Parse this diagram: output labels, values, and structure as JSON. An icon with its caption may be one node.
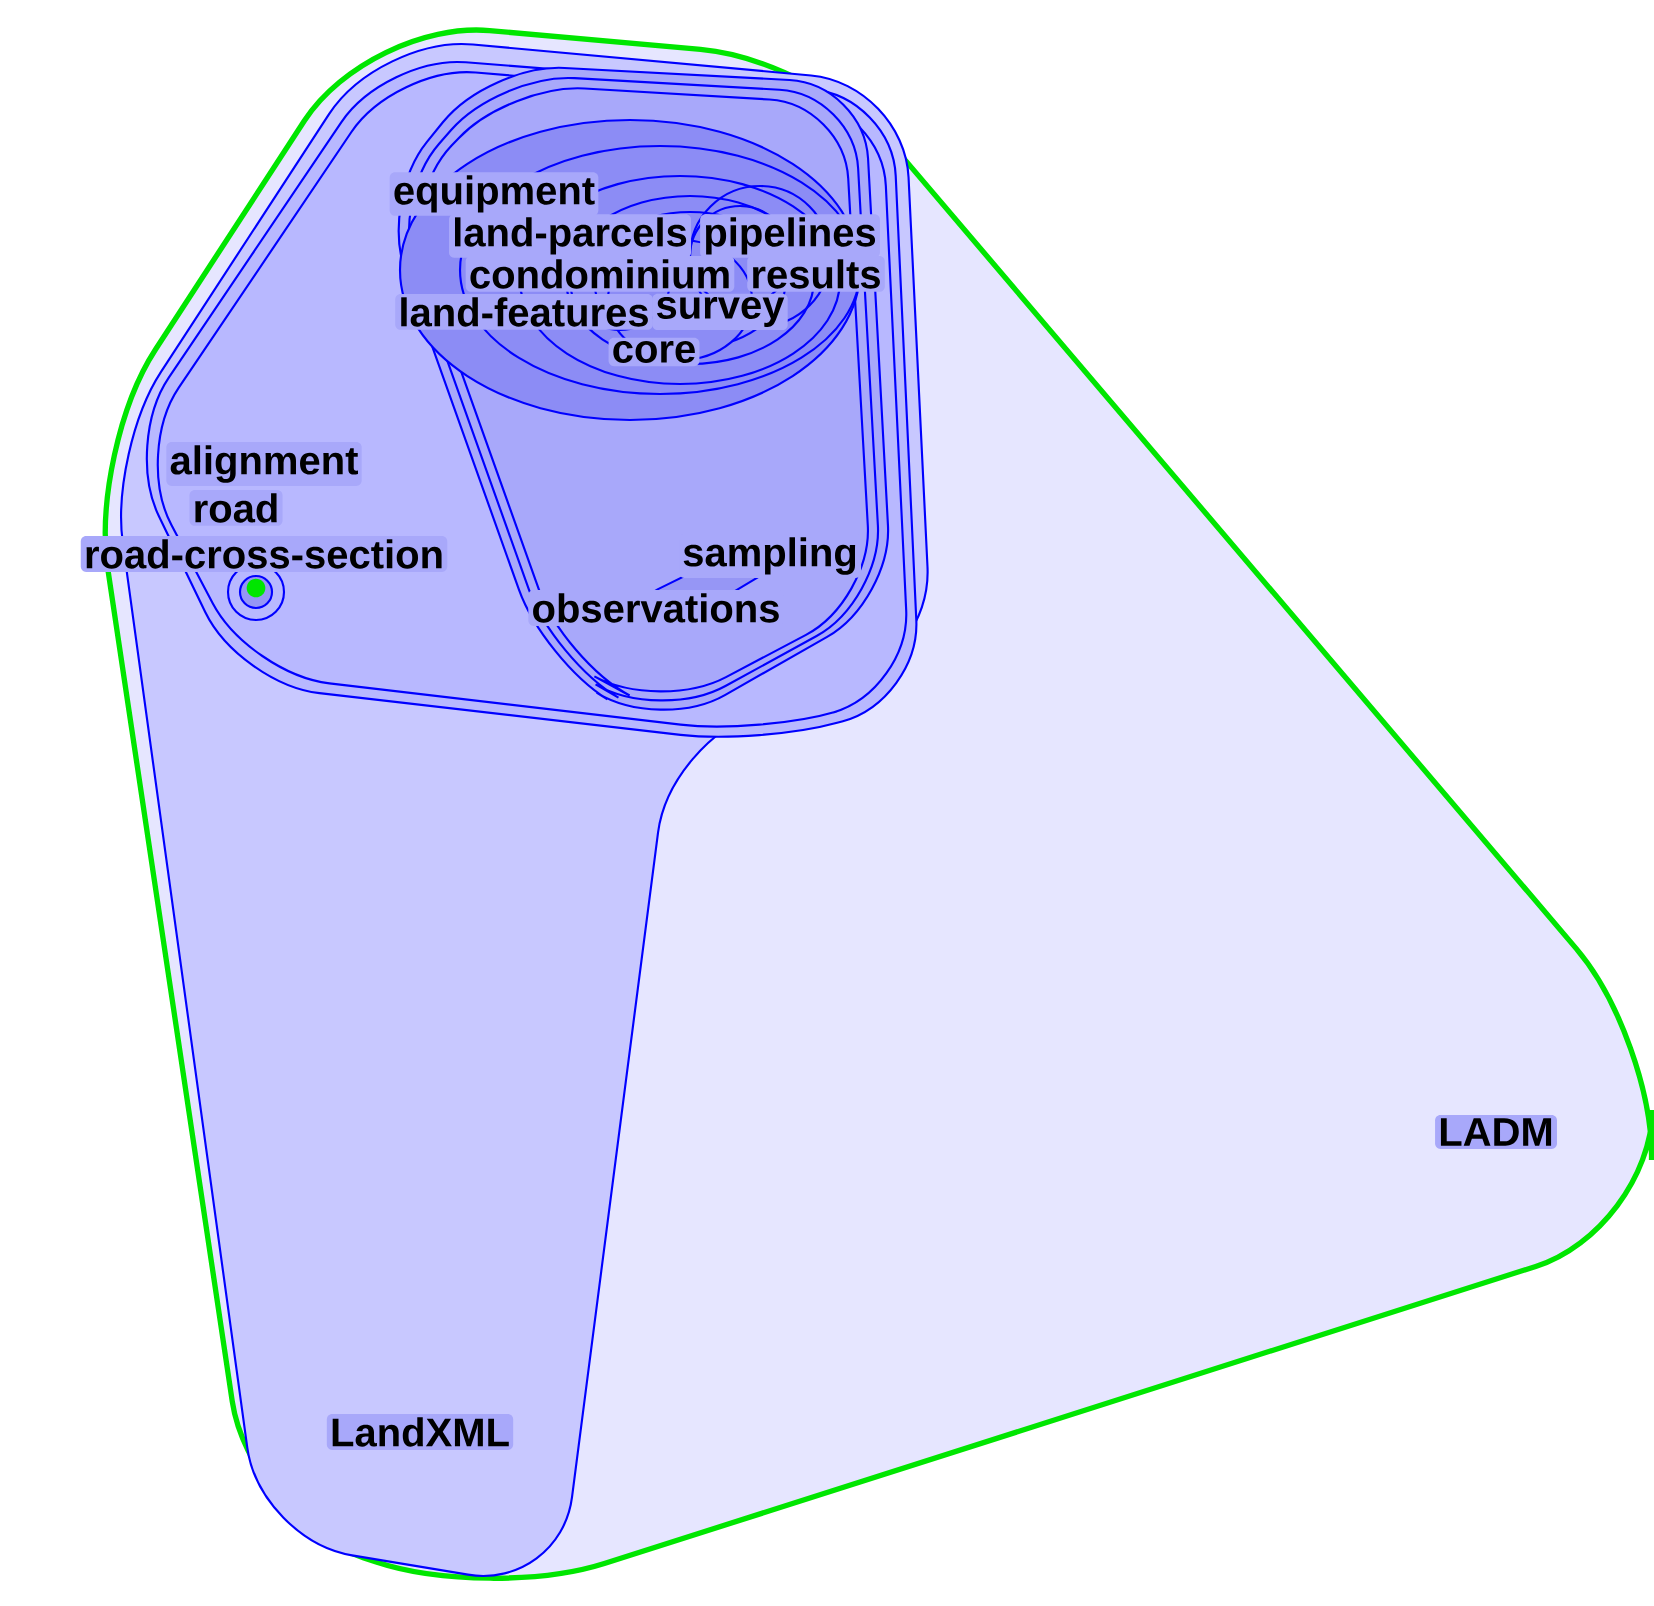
{
  "diagram": {
    "nodes": [
      {
        "text": [
          "LADM"
        ]
      },
      {
        "text": [
          "LandXML"
        ]
      },
      {
        "text": [
          "alignment"
        ]
      },
      {
        "text": [
          "road"
        ]
      },
      {
        "text": [
          "road-cross-section"
        ]
      },
      {
        "text": [
          "equipment"
        ]
      },
      {
        "text": [
          "land-parcels"
        ]
      },
      {
        "text": [
          "pipelines"
        ]
      },
      {
        "text": [
          "condominium"
        ]
      },
      {
        "text": [
          "land-features"
        ]
      },
      {
        "text": [
          "survey"
        ]
      },
      {
        "text": [
          "results"
        ]
      },
      {
        "text": [
          "core"
        ]
      },
      {
        "text": [
          "sampling"
        ]
      },
      {
        "text": [
          "observations"
        ]
      }
    ]
  }
}
